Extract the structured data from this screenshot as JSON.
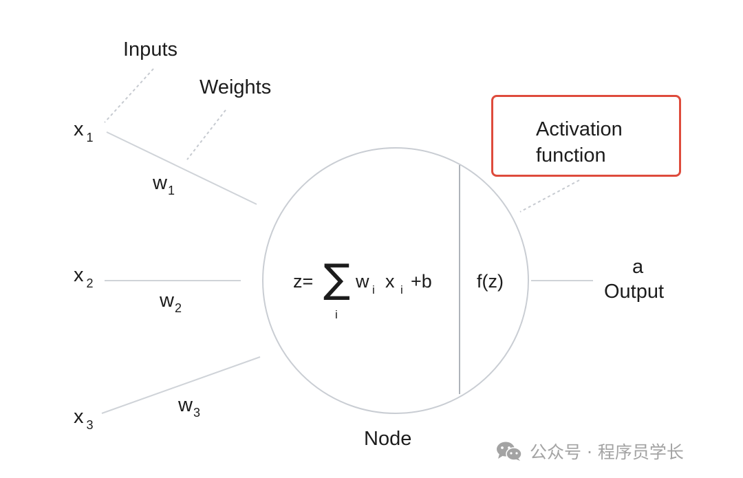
{
  "diagram": {
    "labels": {
      "inputs": "Inputs",
      "weights": "Weights",
      "activation_line1": "Activation",
      "activation_line2": "function",
      "node": "Node",
      "output_var": "a",
      "output": "Output",
      "activation_call": "f(z)"
    },
    "inputs": [
      {
        "var": "x",
        "sub": "1"
      },
      {
        "var": "x",
        "sub": "2"
      },
      {
        "var": "x",
        "sub": "3"
      }
    ],
    "weights": [
      {
        "var": "w",
        "sub": "1"
      },
      {
        "var": "w",
        "sub": "2"
      },
      {
        "var": "w",
        "sub": "3"
      }
    ],
    "formula": {
      "lhs": "z=",
      "sigma": "∑",
      "sigma_index": "i",
      "w": "w",
      "w_sub": "i",
      "x": "x",
      "x_sub": "i",
      "tail": "+b"
    },
    "colors": {
      "line": "#cfd3d8",
      "node_border": "#c9cdd3",
      "dash": "#c6cad0",
      "highlight_border": "#de4b3c",
      "text": "#1c1c1c",
      "watermark": "#a3a3a3"
    }
  },
  "watermark": {
    "icon": "wechat-icon",
    "text": "公众号 · 程序员学长"
  }
}
